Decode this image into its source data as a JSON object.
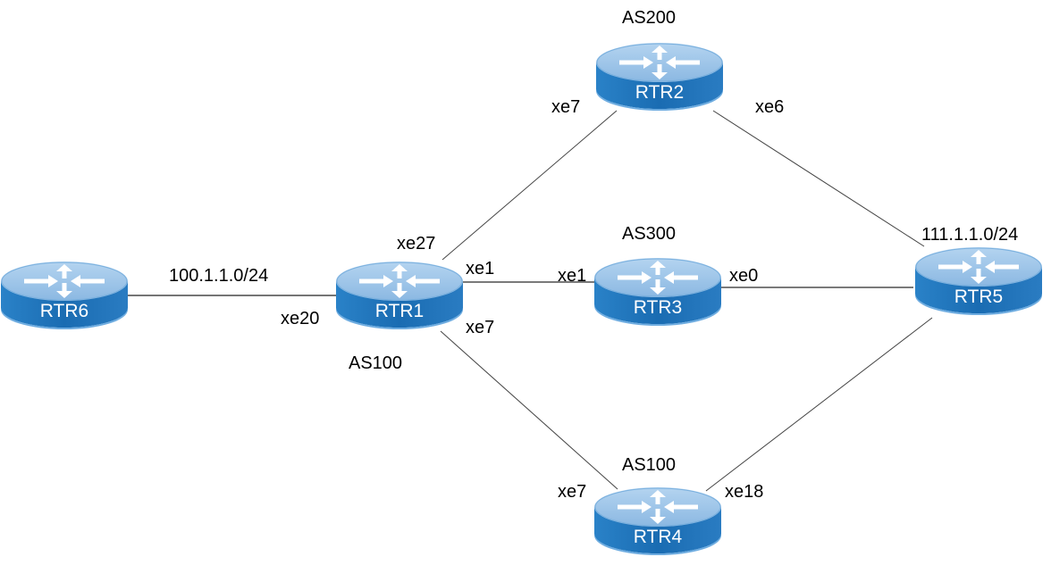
{
  "diagram": {
    "type": "network-topology",
    "colors": {
      "router_top": "#9cc4e8",
      "router_body": "#1b6fb5",
      "router_rim": "#5ea3dd",
      "link": "#333333",
      "link_gray": "#7a7a7a"
    },
    "routers": [
      {
        "id": "RTR1",
        "name": "RTR1",
        "as": "AS100"
      },
      {
        "id": "RTR2",
        "name": "RTR2",
        "as": "AS200"
      },
      {
        "id": "RTR3",
        "name": "RTR3",
        "as": "AS300"
      },
      {
        "id": "RTR4",
        "name": "RTR4",
        "as": "AS100"
      },
      {
        "id": "RTR5",
        "name": "RTR5",
        "network": "111.1.1.0/24"
      },
      {
        "id": "RTR6",
        "name": "RTR6"
      }
    ],
    "links": [
      {
        "from": "RTR6",
        "to": "RTR1",
        "network": "100.1.1.0/24",
        "to_if": "xe20"
      },
      {
        "from": "RTR1",
        "to": "RTR2",
        "from_if": "xe27",
        "to_if": "xe7"
      },
      {
        "from": "RTR1",
        "to": "RTR3",
        "from_if": "xe1",
        "to_if": "xe1"
      },
      {
        "from": "RTR1",
        "to": "RTR4",
        "from_if": "xe7",
        "to_if": "xe7"
      },
      {
        "from": "RTR2",
        "to": "RTR5",
        "from_if": "xe6"
      },
      {
        "from": "RTR3",
        "to": "RTR5",
        "from_if": "xe0"
      },
      {
        "from": "RTR4",
        "to": "RTR5",
        "from_if": "xe18"
      }
    ],
    "labels": {
      "as_rtr2": "AS200",
      "as_rtr3": "AS300",
      "as_rtr1": "AS100",
      "as_rtr4": "AS100",
      "net_rtr6_rtr1": "100.1.1.0/24",
      "net_rtr5": "111.1.1.0/24",
      "if_rtr1_xe20": "xe20",
      "if_rtr1_xe27": "xe27",
      "if_rtr1_xe1": "xe1",
      "if_rtr1_xe7": "xe7",
      "if_rtr2_xe7": "xe7",
      "if_rtr2_xe6": "xe6",
      "if_rtr3_xe1": "xe1",
      "if_rtr3_xe0": "xe0",
      "if_rtr4_xe7": "xe7",
      "if_rtr4_xe18": "xe18"
    }
  }
}
